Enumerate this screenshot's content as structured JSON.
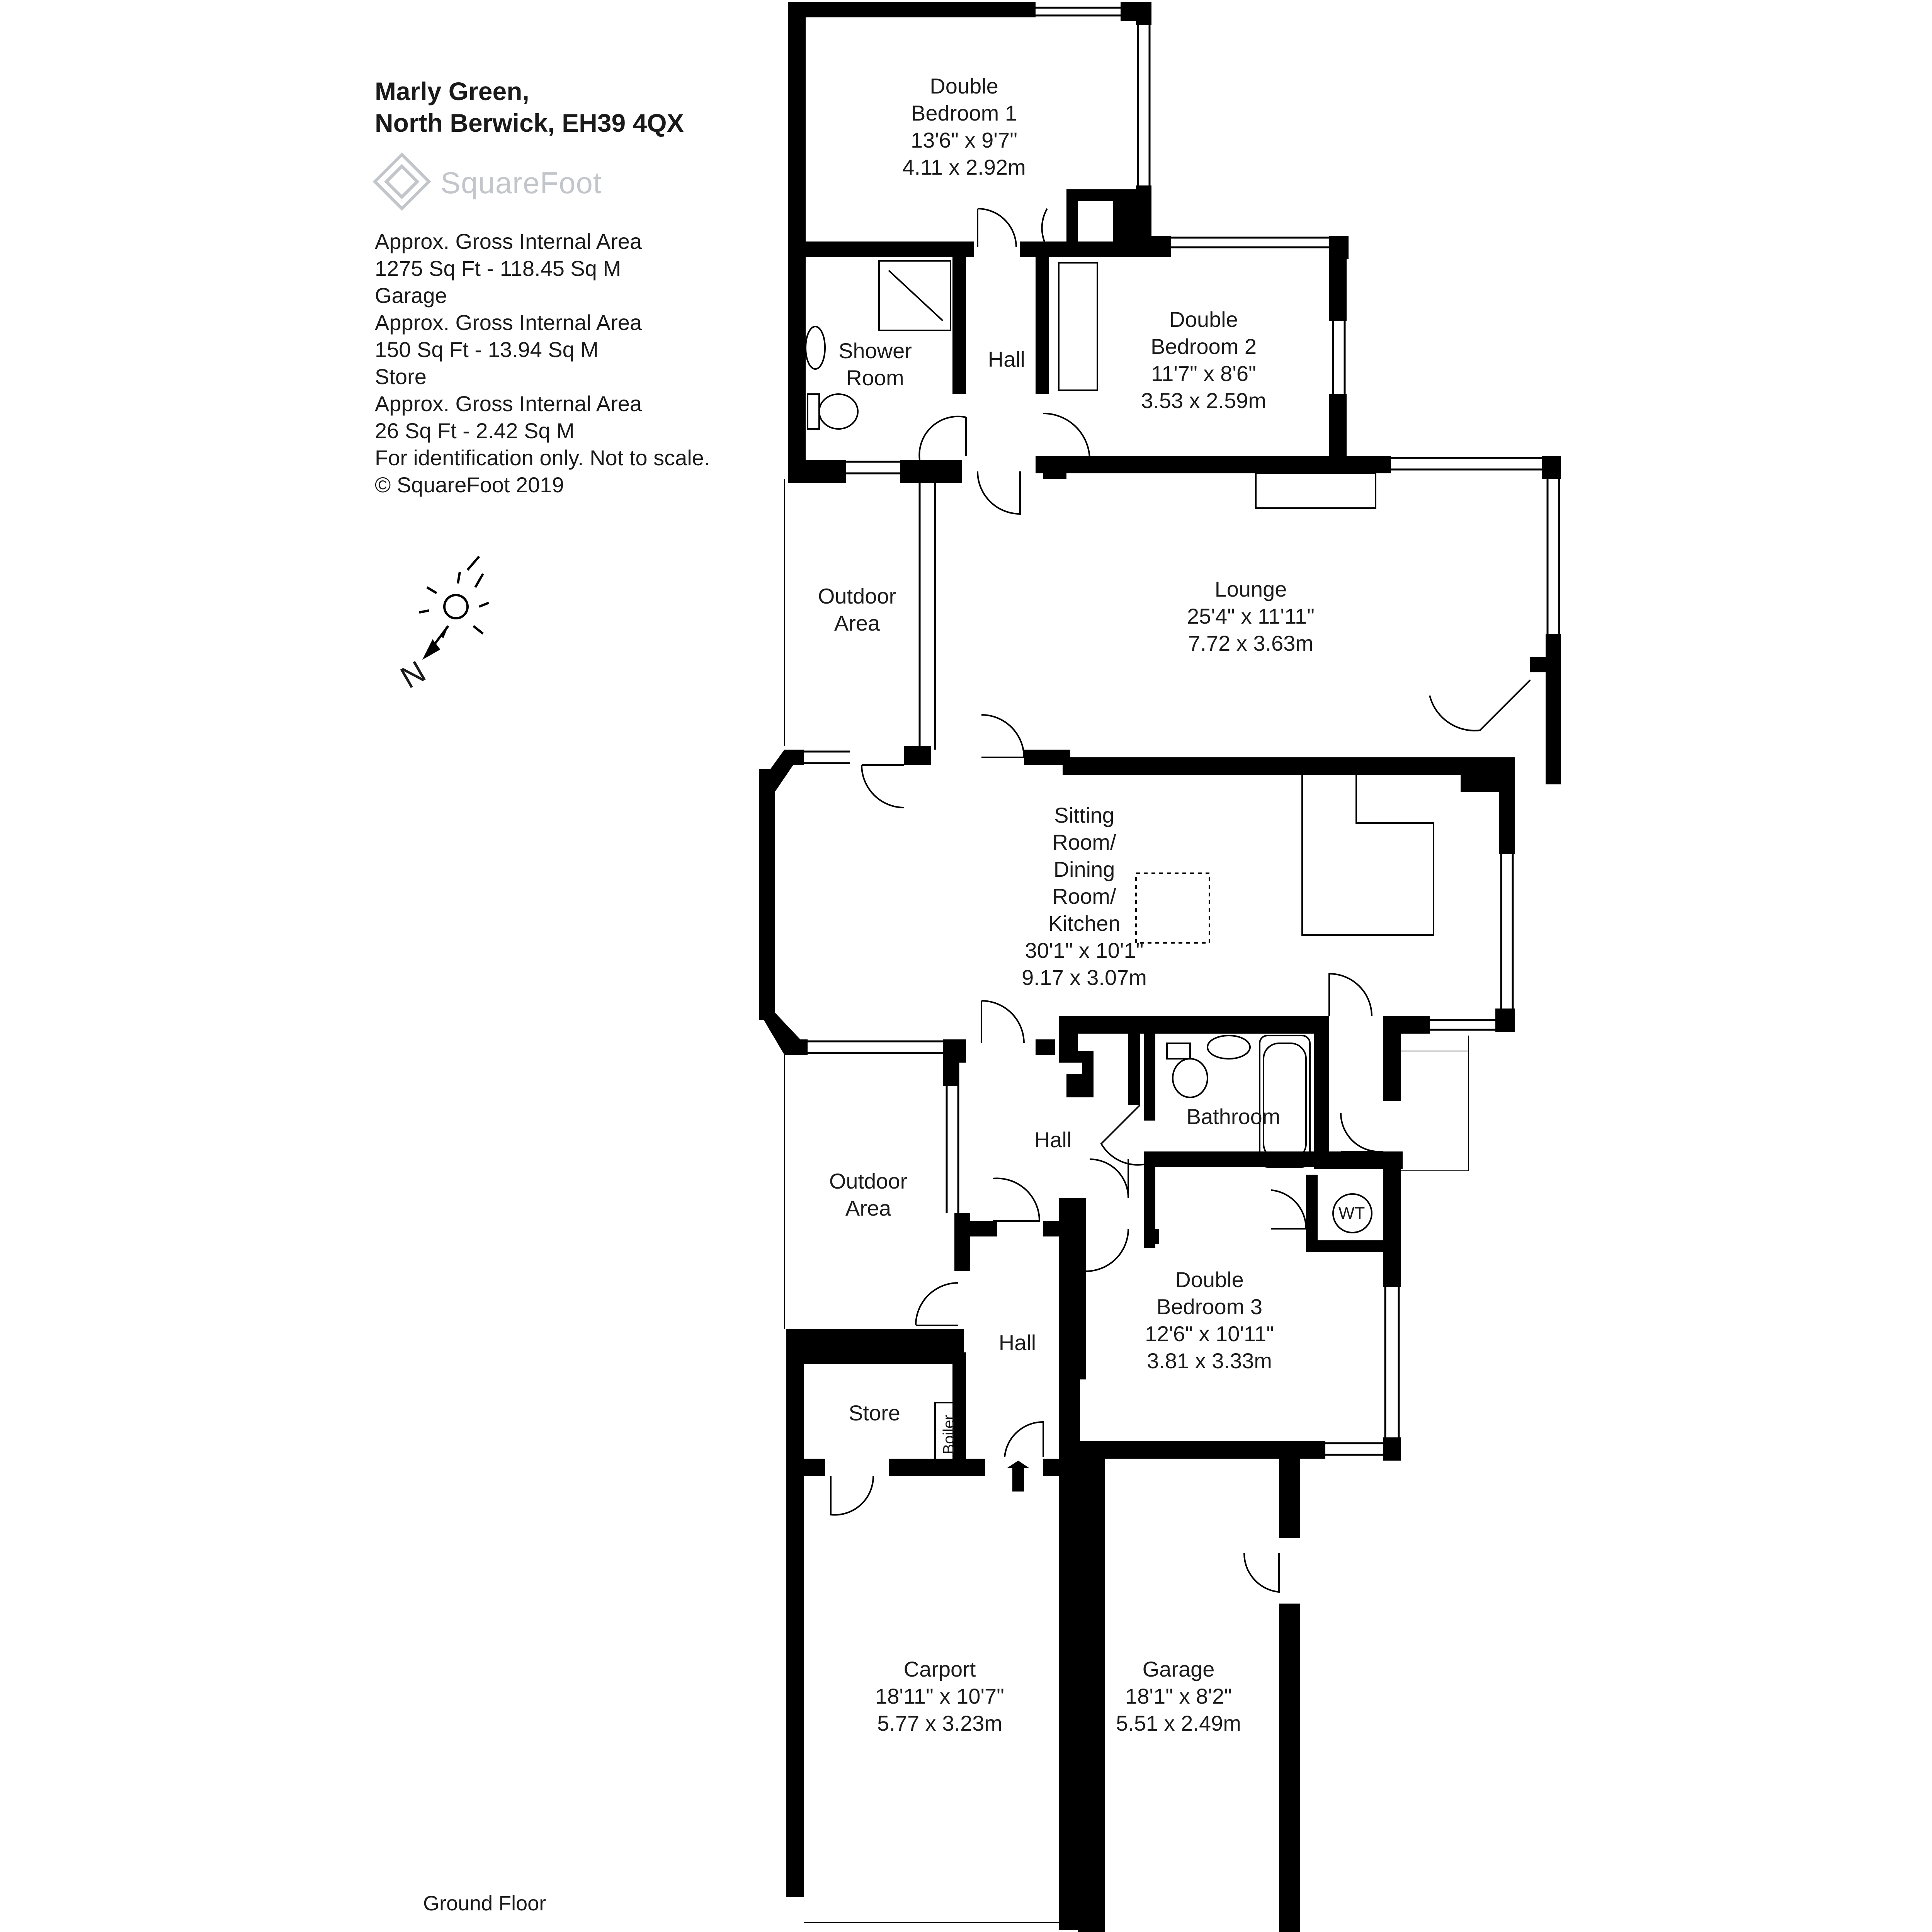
{
  "header": {
    "title_line1": "Marly Green,",
    "title_line2": "North Berwick, EH39 4QX",
    "logo_text": "SquareFoot"
  },
  "areas": [
    "Approx. Gross Internal Area",
    "1275 Sq Ft  -  118.45 Sq M",
    "Garage",
    "Approx. Gross Internal Area",
    "150 Sq Ft  - 13.94 Sq M",
    "Store",
    "Approx. Gross Internal Area",
    "26 Sq Ft  - 2.42 Sq M",
    "For identification only. Not to scale.",
    "© SquareFoot 2019"
  ],
  "compass": {
    "label": "N"
  },
  "rooms": {
    "bedroom1": [
      "Double",
      "Bedroom 1",
      "13'6\" x 9'7\"",
      "4.11 x 2.92m"
    ],
    "shower": [
      "Shower",
      "Room"
    ],
    "hall_top": [
      "Hall"
    ],
    "bedroom2": [
      "Double",
      "Bedroom 2",
      "11'7\" x 8'6\"",
      "3.53 x 2.59m"
    ],
    "outdoor1": [
      "Outdoor",
      "Area"
    ],
    "lounge": [
      "Lounge",
      "25'4\" x 11'11\"",
      "7.72 x 3.63m"
    ],
    "sitting": [
      "Sitting",
      "Room/",
      "Dining",
      "Room/",
      "Kitchen",
      "30'1\" x 10'1\"",
      "9.17 x 3.07m"
    ],
    "outdoor2": [
      "Outdoor",
      "Area"
    ],
    "hall_mid": [
      "Hall"
    ],
    "bathroom": [
      "Bathroom"
    ],
    "wt": "WT",
    "bedroom3": [
      "Double",
      "Bedroom 3",
      "12'6\" x 10'11\"",
      "3.81 x 3.33m"
    ],
    "hall_low": [
      "Hall"
    ],
    "store": [
      "Store"
    ],
    "boiler": "Boiler",
    "carport": [
      "Carport",
      "18'11\" x 10'7\"",
      "5.77 x 3.23m"
    ],
    "garage": [
      "Garage",
      "18'1\" x 8'2\"",
      "5.51 x 2.49m"
    ]
  },
  "footer": {
    "floor": "Ground Floor"
  }
}
